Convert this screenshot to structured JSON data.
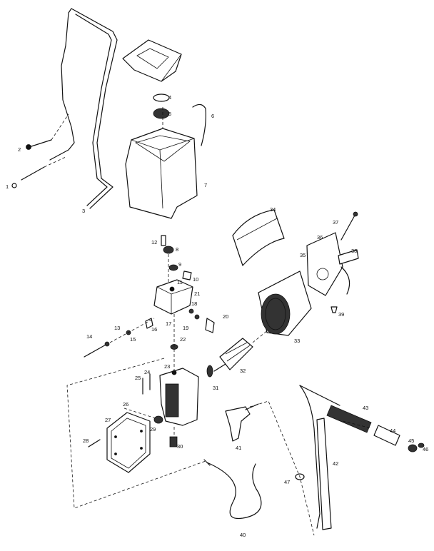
{
  "callouts": [
    "1",
    "2",
    "3",
    "4",
    "5",
    "6",
    "7",
    "8",
    "9",
    "10",
    "11",
    "12",
    "13",
    "14",
    "15",
    "16",
    "17",
    "18",
    "19",
    "20",
    "21",
    "22",
    "23",
    "24",
    "25",
    "26",
    "27",
    "28",
    "29",
    "30",
    "31",
    "32",
    "33",
    "34",
    "35",
    "36",
    "37",
    "38",
    "39",
    "40",
    "41",
    "42",
    "43",
    "44",
    "45",
    "46",
    "47"
  ]
}
